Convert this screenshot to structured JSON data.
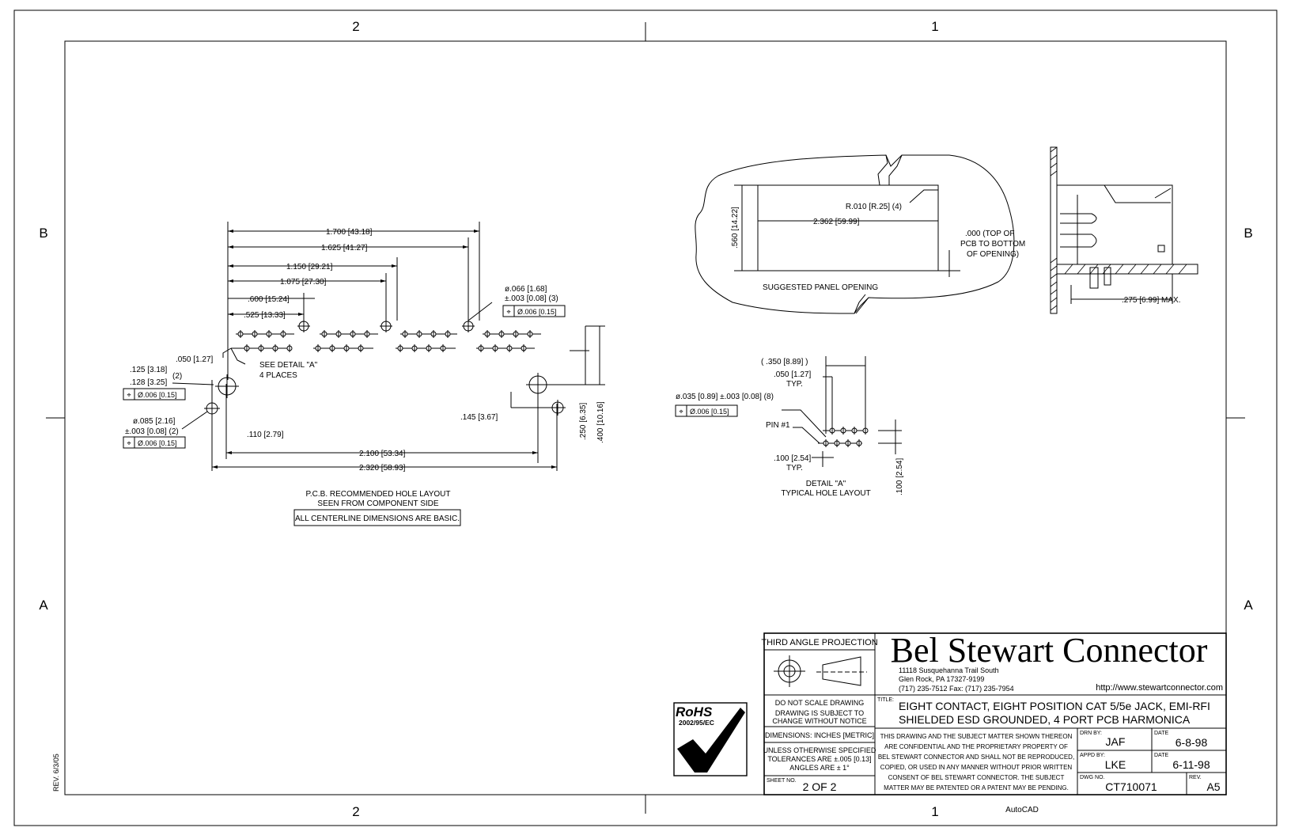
{
  "zones": {
    "top_left": "2",
    "top_right": "1",
    "side_b": "B",
    "side_a": "A"
  },
  "rev_stamp": "REV. 6/3/05",
  "footer_app": "AutoCAD",
  "pcb_layout": {
    "dims": {
      "d1700": "1.700 [43.18]",
      "d1625": "1.625 [41.27]",
      "d1150": "1.150 [29.21]",
      "d1075": "1.075 [27.30]",
      "d600": ".600 [15.24]",
      "d525": ".525 [13.33]",
      "d050": ".050 [1.27]",
      "d125": ".125 [3.18]",
      "d128": ".128 [3.25]",
      "qty2a": "(2)",
      "fcf1": "Ø.006 [0.15]",
      "detail_a1": "SEE DETAIL \"A\"",
      "detail_a2": "4 PLACES",
      "d085": "ø.085 [2.16]",
      "d085tol": "±.003 [0.08] (2)",
      "fcf2": "Ø.006 [0.15]",
      "d110": ".110 [2.79]",
      "d066": "ø.066 [1.68]",
      "d066tol": "±.003 [0.08] (3)",
      "fcf3": "Ø.006 [0.15]",
      "d145": ".145 [3.67]",
      "d250": ".250 [6.35]",
      "d400": ".400 [10.16]",
      "d2100": "2.100 [53.34]",
      "d2320": "2.320 [58.93]"
    },
    "caption1": "P.C.B. RECOMMENDED HOLE LAYOUT",
    "caption2": "SEEN FROM COMPONENT SIDE",
    "note_box": "ALL CENTERLINE DIMENSIONS ARE BASIC."
  },
  "panel": {
    "radius": "R.010 [R.25] (4)",
    "width": "2.362 [59.99]",
    "height": ".560 [14.22]",
    "caption": "SUGGESTED PANEL OPENING",
    "note1": ".000 (TOP OF",
    "note2": "PCB TO BOTTOM",
    "note3": "OF OPENING)"
  },
  "side_view": {
    "dim": ".275 [6.99] MAX."
  },
  "detail": {
    "d350": "( .350 [8.89] )",
    "d050": ".050 [1.27]",
    "typ1": "TYP.",
    "d035": "ø.035 [0.89] ±.003 [0.08] (8)",
    "fcf": "Ø.006 [0.15]",
    "pin": "PIN #1",
    "d100": ".100 [2.54]",
    "typ2": "TYP.",
    "d100v": ".100 [2.54]",
    "caption1": "DETAIL \"A\"",
    "caption2": "TYPICAL HOLE LAYOUT"
  },
  "rohs": {
    "label": "RoHS",
    "directive": "2002/95/EC"
  },
  "title_block": {
    "projection": "THIRD ANGLE PROJECTION",
    "company": "Bel Stewart Connector",
    "address1": "11118 Susquehanna Trail South",
    "address2": "Glen Rock, PA  17327-9199",
    "phone": "(717) 235-7512   Fax: (717) 235-7954",
    "url": "http://www.stewartconnector.com",
    "no_scale": "DO NOT SCALE DRAWING",
    "subject1": "DRAWING IS SUBJECT TO",
    "subject2": "CHANGE WITHOUT NOTICE",
    "dimensions": "DIMENSIONS: INCHES [METRIC]",
    "tol1": "UNLESS OTHERWISE SPECIFIED",
    "tol2": "TOLERANCES ARE ±.005 [0.13]",
    "tol3": "ANGLES ARE ± 1°",
    "sheet_label": "SHEET NO.",
    "sheet": "2  OF  2",
    "title_label": "TITLE:",
    "title1": "EIGHT CONTACT, EIGHT POSITION CAT 5/5e JACK, EMI-RFI",
    "title2": "SHIELDED ESD GROUNDED, 4 PORT PCB HARMONICA",
    "conf1": "THIS DRAWING AND THE SUBJECT MATTER SHOWN THEREON",
    "conf2": "ARE CONFIDENTIAL AND THE PROPRIETARY PROPERTY OF",
    "conf3": "BEL STEWART CONNECTOR AND SHALL NOT BE REPRODUCED,",
    "conf4": "COPIED, OR USED IN ANY MANNER WITHOUT PRIOR WRITTEN",
    "conf5": "CONSENT OF BEL STEWART CONNECTOR.  THE SUBJECT",
    "conf6": "MATTER MAY BE PATENTED OR A PATENT MAY BE PENDING.",
    "drn_label": "DRN BY:",
    "drn": "JAF",
    "date1_label": "DATE",
    "date1": "6-8-98",
    "appd_label": "APPD BY:",
    "appd": "LKE",
    "date2_label": "DATE",
    "date2": "6-11-98",
    "dwg_label": "DWG NO.",
    "dwg": "CT710071",
    "rev_label": "REV.",
    "rev": "A5"
  }
}
